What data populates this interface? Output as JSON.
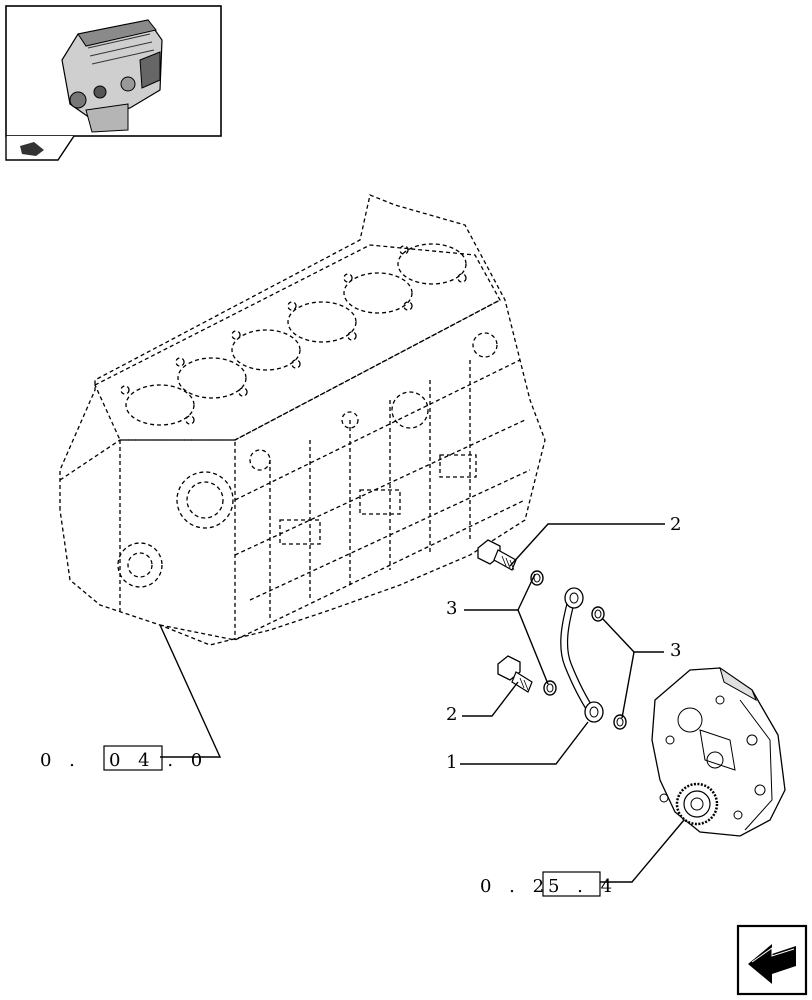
{
  "callouts": {
    "item_1": "1",
    "item_2_upper": "2",
    "item_2_lower": "2",
    "item_3_left": "3",
    "item_3_right": "3"
  },
  "references": {
    "block_ref_prefix": "0 .",
    "block_ref_boxed": "0 4 . 0",
    "gear_ref_prefix": "0 . 2",
    "gear_ref_boxed": "5 . 4"
  },
  "icons": {
    "thumbnail": "engine-thumbnail-icon",
    "tab": "engine-tab-icon",
    "next": "next-page-arrow-icon"
  }
}
